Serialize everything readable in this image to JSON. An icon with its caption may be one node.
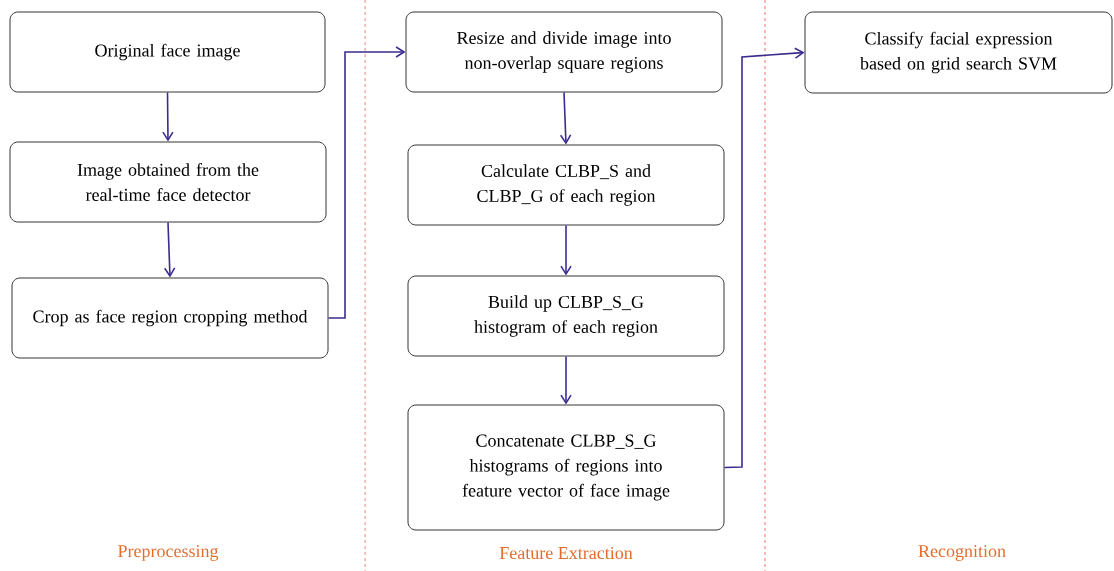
{
  "diagram": {
    "nodes": [
      {
        "text": [
          "Original face image"
        ]
      },
      {
        "text": [
          "Image obtained from the real-time face detector"
        ]
      },
      {
        "text": [
          "Crop as face region cropping method"
        ]
      },
      {
        "text": [
          "Resize and divide image into non-overlap square regions"
        ]
      },
      {
        "text": [
          "Calculate CLBP_S and CLBP_G of each region"
        ]
      },
      {
        "text": [
          "Build up CLBP_S_G histogram of each region"
        ]
      },
      {
        "text": [
          "Concatenate CLBP_S_G histograms of regions into feature vector of face image"
        ]
      },
      {
        "text": [
          "Classify facial expression based on grid search SVM"
        ]
      }
    ],
    "edges": [
      {
        "from": 0,
        "to": 1,
        "arrow": "to"
      },
      {
        "from": 1,
        "to": 2,
        "arrow": "to"
      },
      {
        "from": 2,
        "to": 3,
        "arrow": "to"
      },
      {
        "from": 3,
        "to": 4,
        "arrow": "to"
      },
      {
        "from": 4,
        "to": 5,
        "arrow": "to"
      },
      {
        "from": 5,
        "to": 6,
        "arrow": "to"
      },
      {
        "from": 6,
        "to": 7,
        "arrow": "to"
      }
    ],
    "labels": [
      "Preprocessing",
      "Feature Extraction",
      "Recognition"
    ]
  }
}
